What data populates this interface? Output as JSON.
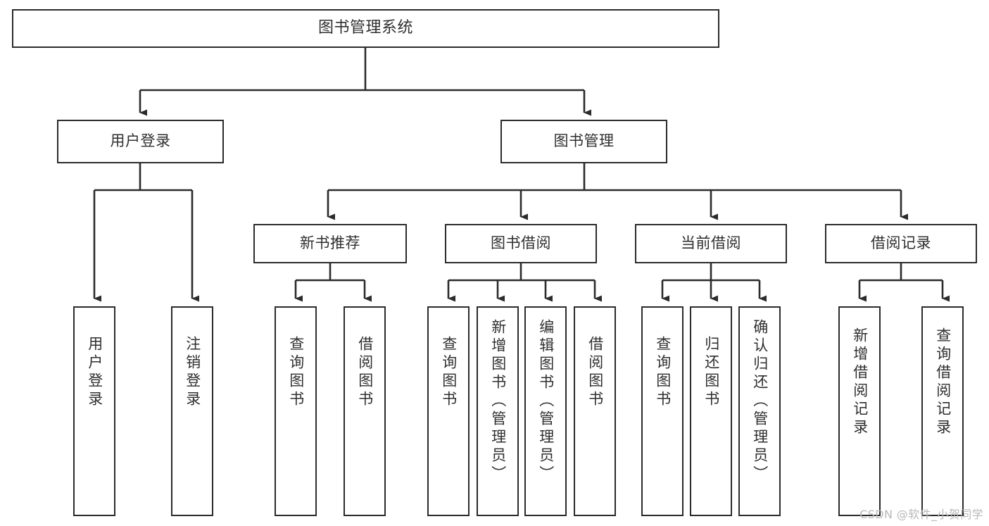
{
  "diagram": {
    "type": "tree",
    "title": "图书管理系统",
    "root": {
      "id": "root",
      "label": "图书管理系统"
    },
    "level2": [
      {
        "id": "user-login",
        "label": "用户登录"
      },
      {
        "id": "book-manage",
        "label": "图书管理"
      }
    ],
    "level3": [
      {
        "id": "new-book-recommend",
        "label": "新书推荐",
        "parent": "book-manage"
      },
      {
        "id": "book-borrow",
        "label": "图书借阅",
        "parent": "book-manage"
      },
      {
        "id": "current-borrow",
        "label": "当前借阅",
        "parent": "book-manage"
      },
      {
        "id": "borrow-record",
        "label": "借阅记录",
        "parent": "book-manage"
      }
    ],
    "leaves": [
      {
        "id": "leaf-user-login",
        "label": "用户登录",
        "parent": "user-login"
      },
      {
        "id": "leaf-logout-login",
        "label": "注销登录",
        "parent": "user-login"
      },
      {
        "id": "leaf-query-book-1",
        "label": "查询图书",
        "parent": "new-book-recommend"
      },
      {
        "id": "leaf-borrow-book-1",
        "label": "借阅图书",
        "parent": "new-book-recommend"
      },
      {
        "id": "leaf-query-book-2",
        "label": "查询图书",
        "parent": "book-borrow"
      },
      {
        "id": "leaf-add-book",
        "label": "新增图书（管理员）",
        "parent": "book-borrow"
      },
      {
        "id": "leaf-edit-book",
        "label": "编辑图书（管理员）",
        "parent": "book-borrow"
      },
      {
        "id": "leaf-borrow-book-2",
        "label": "借阅图书",
        "parent": "book-borrow"
      },
      {
        "id": "leaf-query-book-3",
        "label": "查询图书",
        "parent": "current-borrow"
      },
      {
        "id": "leaf-return-book",
        "label": "归还图书",
        "parent": "current-borrow"
      },
      {
        "id": "leaf-confirm-return",
        "label": "确认归还（管理员）",
        "parent": "current-borrow"
      },
      {
        "id": "leaf-add-record",
        "label": "新增借阅记录",
        "parent": "borrow-record"
      },
      {
        "id": "leaf-query-record",
        "label": "查询借阅记录",
        "parent": "borrow-record"
      }
    ],
    "watermark": "CSDN @软件_小贺同学",
    "colors": {
      "stroke": "#2b2b2b",
      "text": "#2f2f2f",
      "background": "#ffffff",
      "watermark": "#b9b9b9"
    }
  }
}
